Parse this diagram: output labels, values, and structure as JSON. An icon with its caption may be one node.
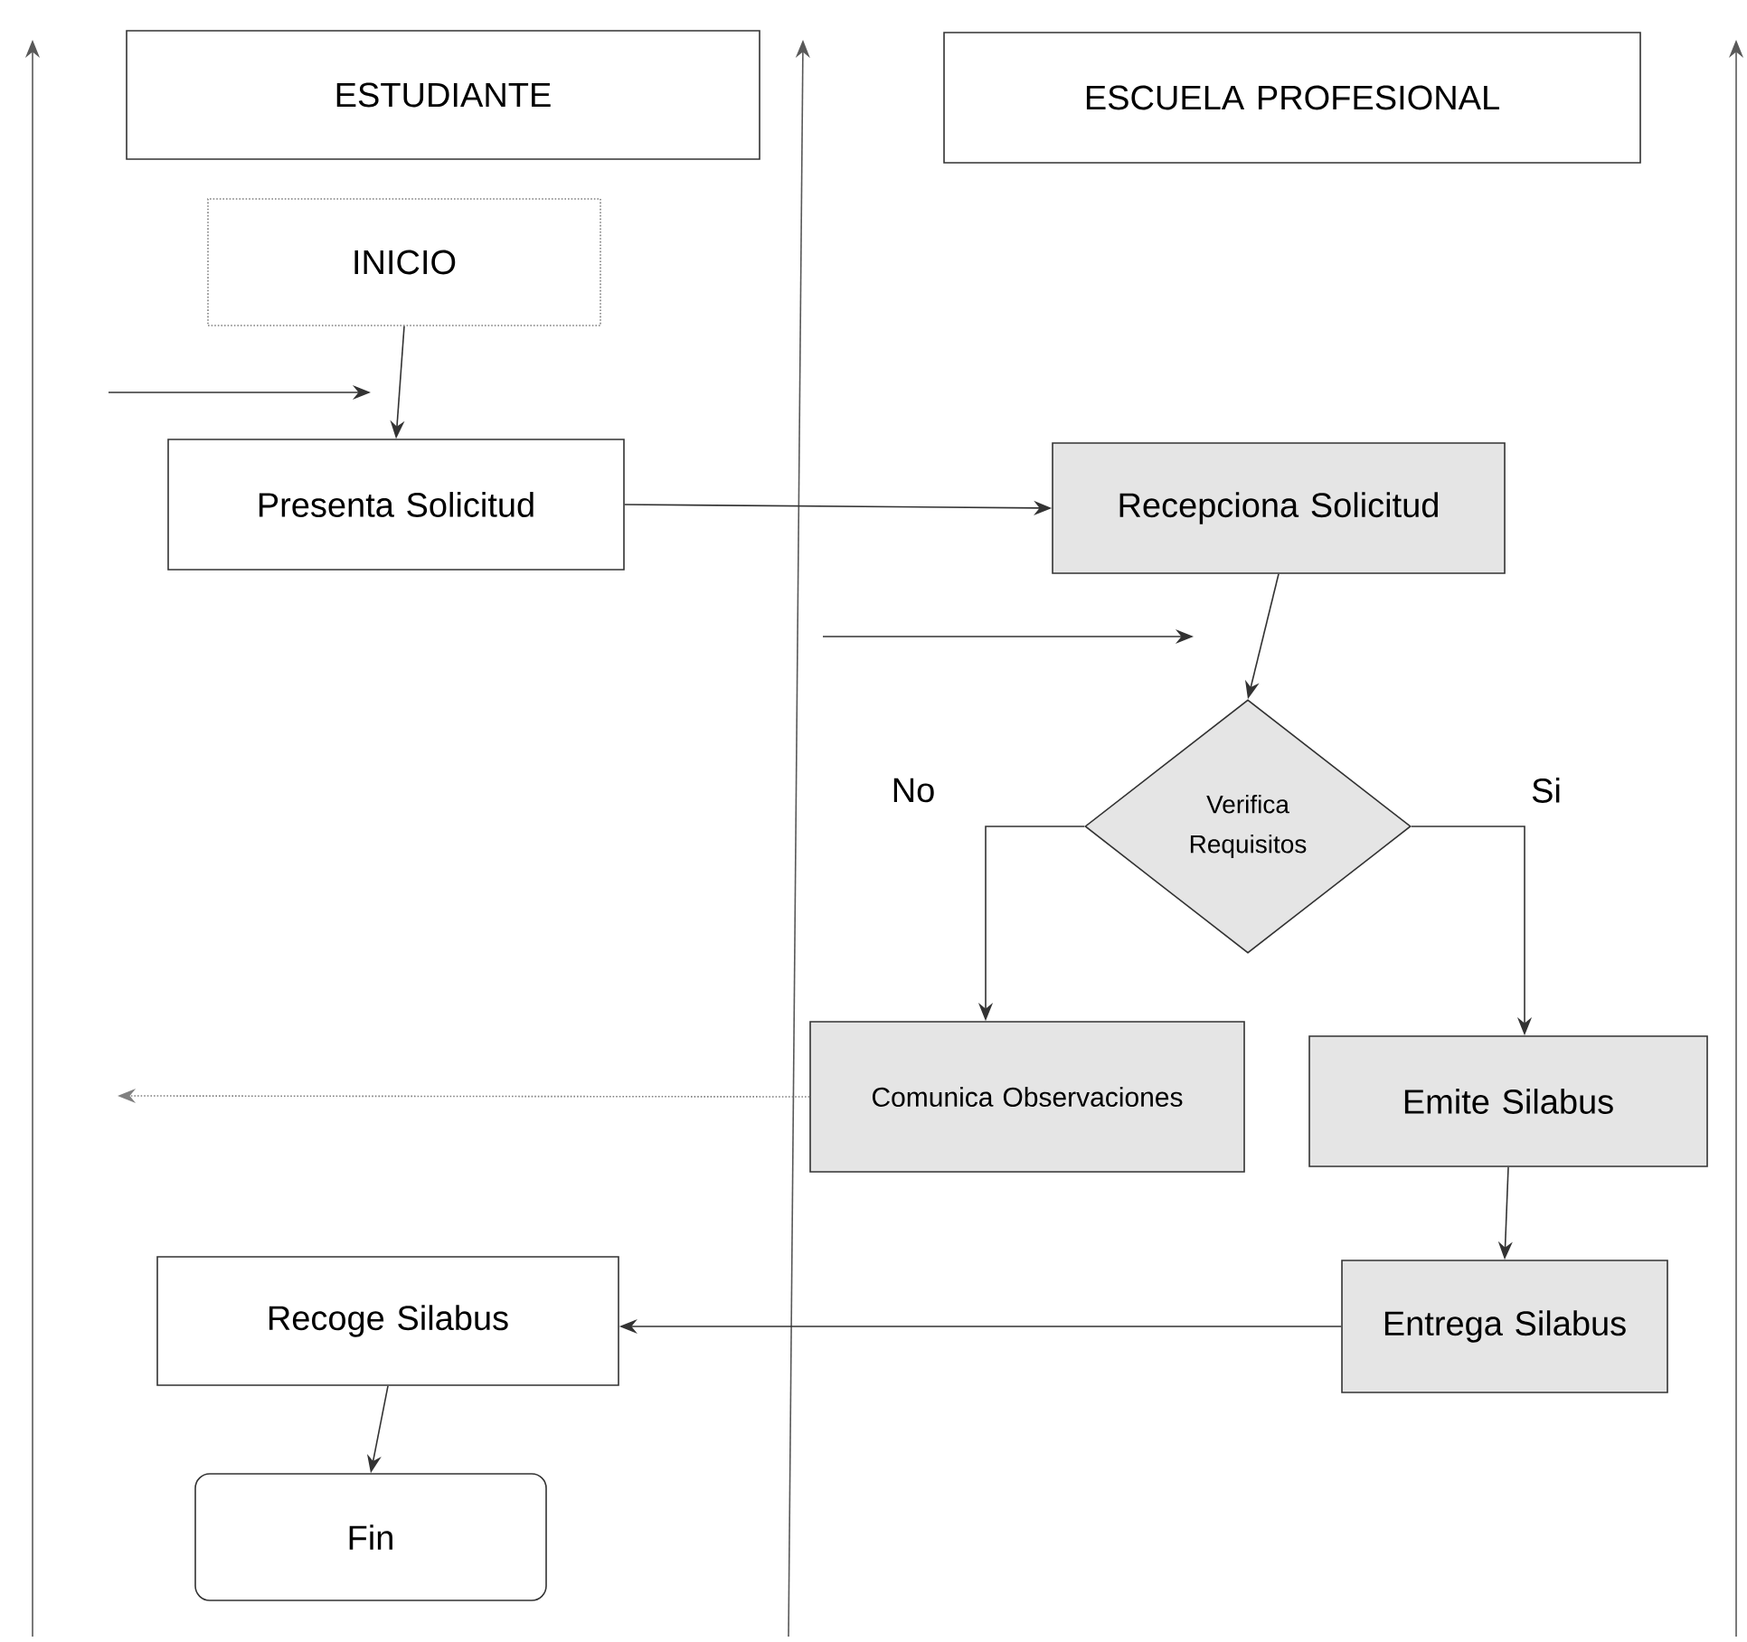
{
  "diagram": {
    "nodes": [
      {
        "text": [
          "ESTUDIANTE"
        ]
      },
      {
        "text": [
          "ESCUELA PROFESIONAL"
        ]
      },
      {
        "text": [
          "INICIO"
        ]
      },
      {
        "text": [
          "Presenta Solicitud"
        ]
      },
      {
        "text": [
          "Recepciona Solicitud"
        ]
      },
      {
        "text": [
          "Verifica Requisitos"
        ]
      },
      {
        "text": [
          "Comunica Observaciones"
        ]
      },
      {
        "text": [
          "Emite Silabus"
        ]
      },
      {
        "text": [
          "Entrega Silabus"
        ]
      },
      {
        "text": [
          "Recoge Silabus"
        ]
      },
      {
        "text": [
          "Fin"
        ]
      }
    ],
    "edges": [
      {
        "from": 2,
        "to": 3,
        "arrow": "to"
      },
      {
        "from": null,
        "to": 3,
        "arrow": "to"
      },
      {
        "from": 3,
        "to": 4,
        "arrow": "to"
      },
      {
        "from": null,
        "to": 5,
        "arrow": "to"
      },
      {
        "from": 4,
        "to": 5,
        "arrow": "to"
      },
      {
        "from": 5,
        "to": 6,
        "arrow": "to",
        "label": "No"
      },
      {
        "from": 5,
        "to": 7,
        "arrow": "to",
        "label": "Si"
      },
      {
        "from": 6,
        "to": null,
        "arrow": "to",
        "style": "dashed"
      },
      {
        "from": 7,
        "to": 8,
        "arrow": "to"
      },
      {
        "from": 8,
        "to": 9,
        "arrow": "to"
      },
      {
        "from": 9,
        "to": 10,
        "arrow": "to"
      }
    ]
  }
}
